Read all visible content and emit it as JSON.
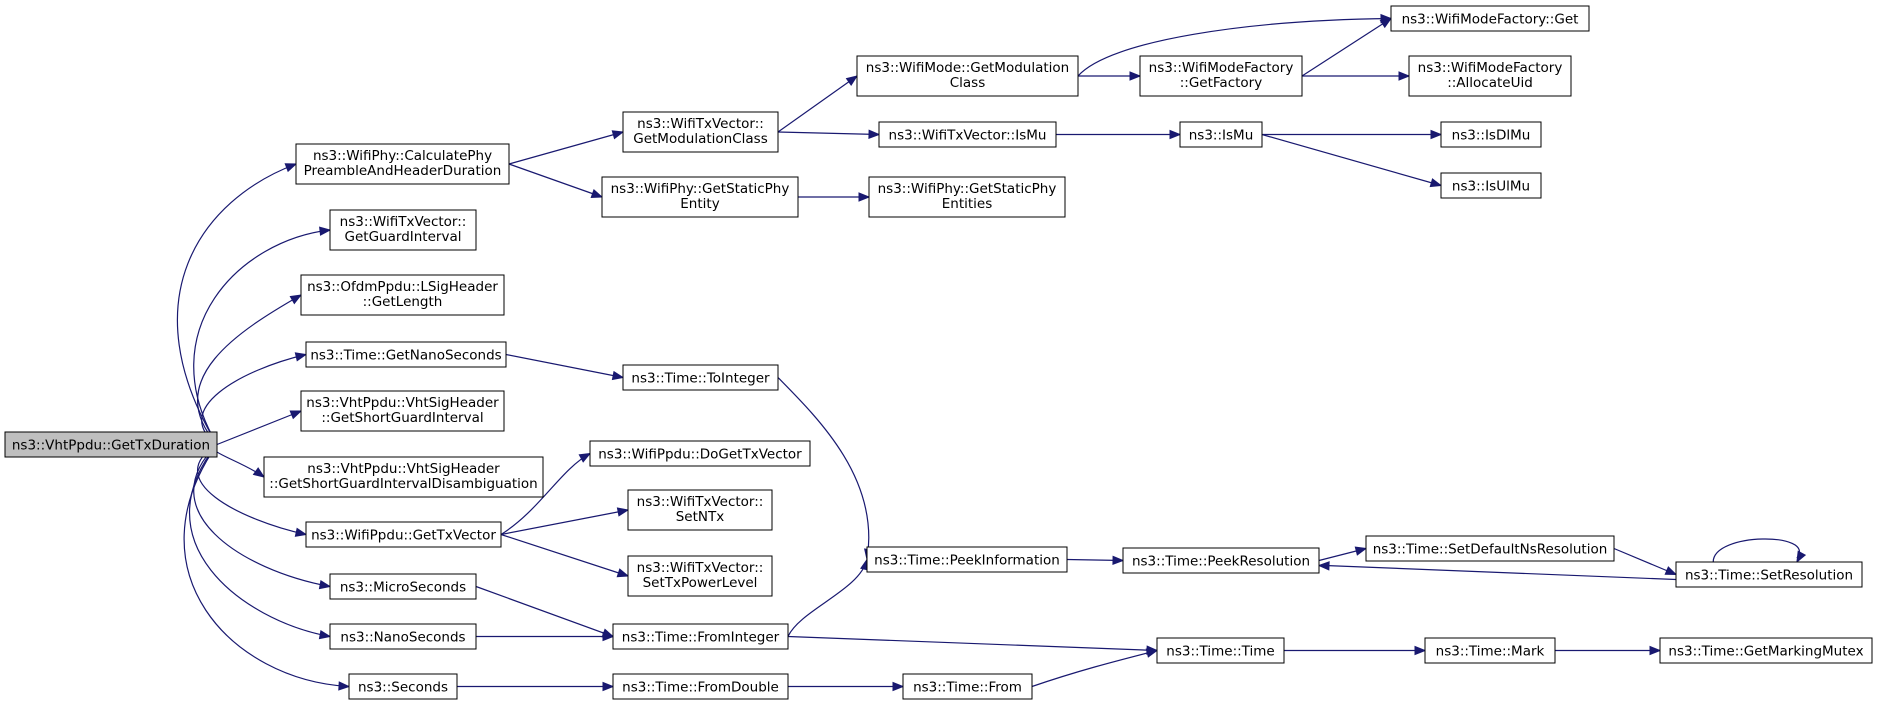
{
  "nodes": [
    {
      "id": "GetTxDuration",
      "lines": [
        "ns3::VhtPpdu::GetTxDuration"
      ],
      "root": true
    },
    {
      "id": "CalculatePhy",
      "lines": [
        "ns3::WifiPhy::CalculatePhy",
        "PreambleAndHeaderDuration"
      ]
    },
    {
      "id": "GetGuardInterval",
      "lines": [
        "ns3::WifiTxVector::",
        "GetGuardInterval"
      ]
    },
    {
      "id": "LSigGetLength",
      "lines": [
        "ns3::OfdmPpdu::LSigHeader",
        "::GetLength"
      ]
    },
    {
      "id": "GetNanoSeconds",
      "lines": [
        "ns3::Time::GetNanoSeconds"
      ]
    },
    {
      "id": "GetShortGuardInterval",
      "lines": [
        "ns3::VhtPpdu::VhtSigHeader",
        "::GetShortGuardInterval"
      ]
    },
    {
      "id": "GetSGIDisamb",
      "lines": [
        "ns3::VhtPpdu::VhtSigHeader",
        "::GetShortGuardIntervalDisambiguation"
      ]
    },
    {
      "id": "WifiPpduGetTxVector",
      "lines": [
        "ns3::WifiPpdu::GetTxVector"
      ]
    },
    {
      "id": "MicroSeconds",
      "lines": [
        "ns3::MicroSeconds"
      ]
    },
    {
      "id": "NanoSeconds",
      "lines": [
        "ns3::NanoSeconds"
      ]
    },
    {
      "id": "Seconds",
      "lines": [
        "ns3::Seconds"
      ]
    },
    {
      "id": "TxVecGetModClass",
      "lines": [
        "ns3::WifiTxVector::",
        "GetModulationClass"
      ]
    },
    {
      "id": "GetStaticPhyEntity",
      "lines": [
        "ns3::WifiPhy::GetStaticPhy",
        "Entity"
      ]
    },
    {
      "id": "ToInteger",
      "lines": [
        "ns3::Time::ToInteger"
      ]
    },
    {
      "id": "DoGetTxVector",
      "lines": [
        "ns3::WifiPpdu::DoGetTxVector"
      ]
    },
    {
      "id": "SetNTx",
      "lines": [
        "ns3::WifiTxVector::",
        "SetNTx"
      ]
    },
    {
      "id": "SetTxPowerLevel",
      "lines": [
        "ns3::WifiTxVector::",
        "SetTxPowerLevel"
      ]
    },
    {
      "id": "FromInteger",
      "lines": [
        "ns3::Time::FromInteger"
      ]
    },
    {
      "id": "FromDouble",
      "lines": [
        "ns3::Time::FromDouble"
      ]
    },
    {
      "id": "ModeGetModClass",
      "lines": [
        "ns3::WifiMode::GetModulation",
        "Class"
      ]
    },
    {
      "id": "TxVecIsMu",
      "lines": [
        "ns3::WifiTxVector::IsMu"
      ]
    },
    {
      "id": "GetStaticPhyEntities",
      "lines": [
        "ns3::WifiPhy::GetStaticPhy",
        "Entities"
      ]
    },
    {
      "id": "PeekInformation",
      "lines": [
        "ns3::Time::PeekInformation"
      ]
    },
    {
      "id": "TimeFrom",
      "lines": [
        "ns3::Time::From"
      ]
    },
    {
      "id": "FactoryGetFactory",
      "lines": [
        "ns3::WifiModeFactory",
        "::GetFactory"
      ]
    },
    {
      "id": "IsMu",
      "lines": [
        "ns3::IsMu"
      ]
    },
    {
      "id": "PeekResolution",
      "lines": [
        "ns3::Time::PeekResolution"
      ]
    },
    {
      "id": "TimeTime",
      "lines": [
        "ns3::Time::Time"
      ]
    },
    {
      "id": "FactoryGet",
      "lines": [
        "ns3::WifiModeFactory::Get"
      ]
    },
    {
      "id": "AllocateUid",
      "lines": [
        "ns3::WifiModeFactory",
        "::AllocateUid"
      ]
    },
    {
      "id": "IsDlMu",
      "lines": [
        "ns3::IsDlMu"
      ]
    },
    {
      "id": "IsUlMu",
      "lines": [
        "ns3::IsUlMu"
      ]
    },
    {
      "id": "SetDefaultNsResolution",
      "lines": [
        "ns3::Time::SetDefaultNsResolution"
      ]
    },
    {
      "id": "TimeMark",
      "lines": [
        "ns3::Time::Mark"
      ]
    },
    {
      "id": "SetResolution",
      "lines": [
        "ns3::Time::SetResolution"
      ]
    },
    {
      "id": "GetMarkingMutex",
      "lines": [
        "ns3::Time::GetMarkingMutex"
      ]
    }
  ],
  "edges": [
    [
      "GetTxDuration",
      "CalculatePhy"
    ],
    [
      "GetTxDuration",
      "GetGuardInterval"
    ],
    [
      "GetTxDuration",
      "LSigGetLength"
    ],
    [
      "GetTxDuration",
      "GetNanoSeconds"
    ],
    [
      "GetTxDuration",
      "GetShortGuardInterval"
    ],
    [
      "GetTxDuration",
      "GetSGIDisamb"
    ],
    [
      "GetTxDuration",
      "WifiPpduGetTxVector"
    ],
    [
      "GetTxDuration",
      "MicroSeconds"
    ],
    [
      "GetTxDuration",
      "NanoSeconds"
    ],
    [
      "GetTxDuration",
      "Seconds"
    ],
    [
      "CalculatePhy",
      "TxVecGetModClass"
    ],
    [
      "CalculatePhy",
      "GetStaticPhyEntity"
    ],
    [
      "TxVecGetModClass",
      "ModeGetModClass"
    ],
    [
      "TxVecGetModClass",
      "TxVecIsMu"
    ],
    [
      "GetStaticPhyEntity",
      "GetStaticPhyEntities"
    ],
    [
      "ModeGetModClass",
      "FactoryGet"
    ],
    [
      "ModeGetModClass",
      "FactoryGetFactory"
    ],
    [
      "FactoryGetFactory",
      "FactoryGet"
    ],
    [
      "FactoryGetFactory",
      "AllocateUid"
    ],
    [
      "TxVecIsMu",
      "IsMu"
    ],
    [
      "IsMu",
      "IsDlMu"
    ],
    [
      "IsMu",
      "IsUlMu"
    ],
    [
      "GetNanoSeconds",
      "ToInteger"
    ],
    [
      "ToInteger",
      "PeekInformation"
    ],
    [
      "WifiPpduGetTxVector",
      "DoGetTxVector"
    ],
    [
      "WifiPpduGetTxVector",
      "SetNTx"
    ],
    [
      "WifiPpduGetTxVector",
      "SetTxPowerLevel"
    ],
    [
      "MicroSeconds",
      "FromInteger"
    ],
    [
      "NanoSeconds",
      "FromInteger"
    ],
    [
      "Seconds",
      "FromDouble"
    ],
    [
      "FromInteger",
      "PeekInformation"
    ],
    [
      "FromInteger",
      "TimeTime"
    ],
    [
      "FromDouble",
      "TimeFrom"
    ],
    [
      "TimeFrom",
      "TimeTime"
    ],
    [
      "PeekInformation",
      "PeekResolution"
    ],
    [
      "PeekResolution",
      "SetDefaultNsResolution"
    ],
    [
      "SetDefaultNsResolution",
      "SetResolution"
    ],
    [
      "SetResolution",
      "PeekResolution"
    ],
    [
      "SetResolution",
      "SetResolution"
    ],
    [
      "TimeTime",
      "TimeMark"
    ],
    [
      "TimeMark",
      "GetMarkingMutex"
    ]
  ]
}
